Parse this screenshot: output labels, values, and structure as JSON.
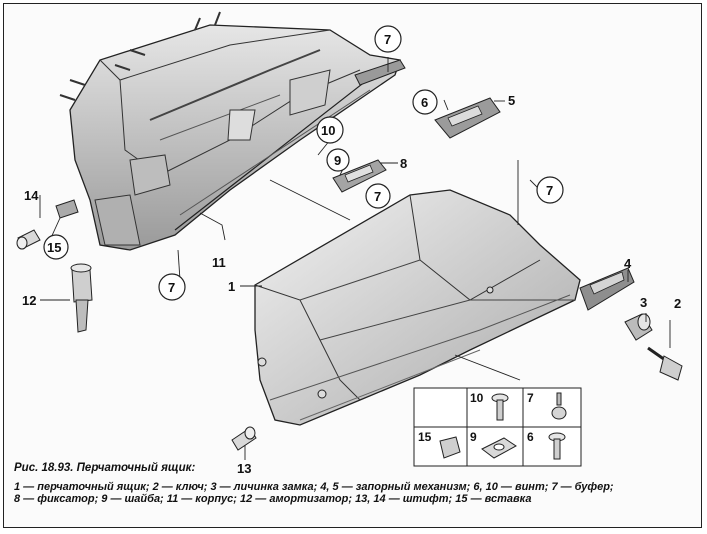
{
  "figure": {
    "title": "Рис. 18.93. Перчаточный ящик:",
    "legend_line1": "1 — перчаточный ящик; 2 — ключ; 3 — личинка замка; 4, 5 — запорный механизм; 6, 10 — винт; 7 — буфер;",
    "legend_line2": "8 — фиксатор; 9 — шайба; 11 — корпус; 12 — амортизатор; 13, 14 — штифт; 15 — вставка"
  },
  "callouts": {
    "c1": "1",
    "c2": "2",
    "c3": "3",
    "c4": "4",
    "c5": "5",
    "c6": "6",
    "c7a": "7",
    "c7b": "7",
    "c7c": "7",
    "c7d": "7",
    "c8": "8",
    "c9": "9",
    "c10": "10",
    "c11": "11",
    "c12": "12",
    "c13": "13",
    "c14": "14",
    "c15": "15"
  },
  "parts_table": {
    "r1c2": "10",
    "r1c3": "7",
    "r2c1": "15",
    "r2c2": "9",
    "r2c3": "6"
  }
}
